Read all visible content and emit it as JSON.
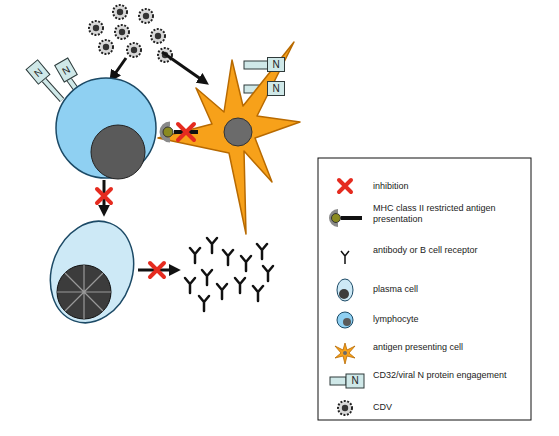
{
  "diagram": {
    "nodes": [
      {
        "text": [
          "N"
        ]
      },
      {
        "text": [
          "N"
        ]
      },
      {
        "text": [
          "N"
        ]
      },
      {
        "text": [
          "N"
        ]
      }
    ],
    "labels": [
      "N"
    ],
    "legend": [
      {
        "text": "inhibition"
      },
      {
        "text": "MHC class II restricted antigen presentation"
      },
      {
        "text": "antibody or B cell receptor"
      },
      {
        "text": "plasma cell"
      },
      {
        "text": "lymphocyte"
      },
      {
        "text": "antigen presenting cell"
      },
      {
        "text": "CD32/viral N protein engagement"
      },
      {
        "text": "CDV"
      }
    ]
  }
}
